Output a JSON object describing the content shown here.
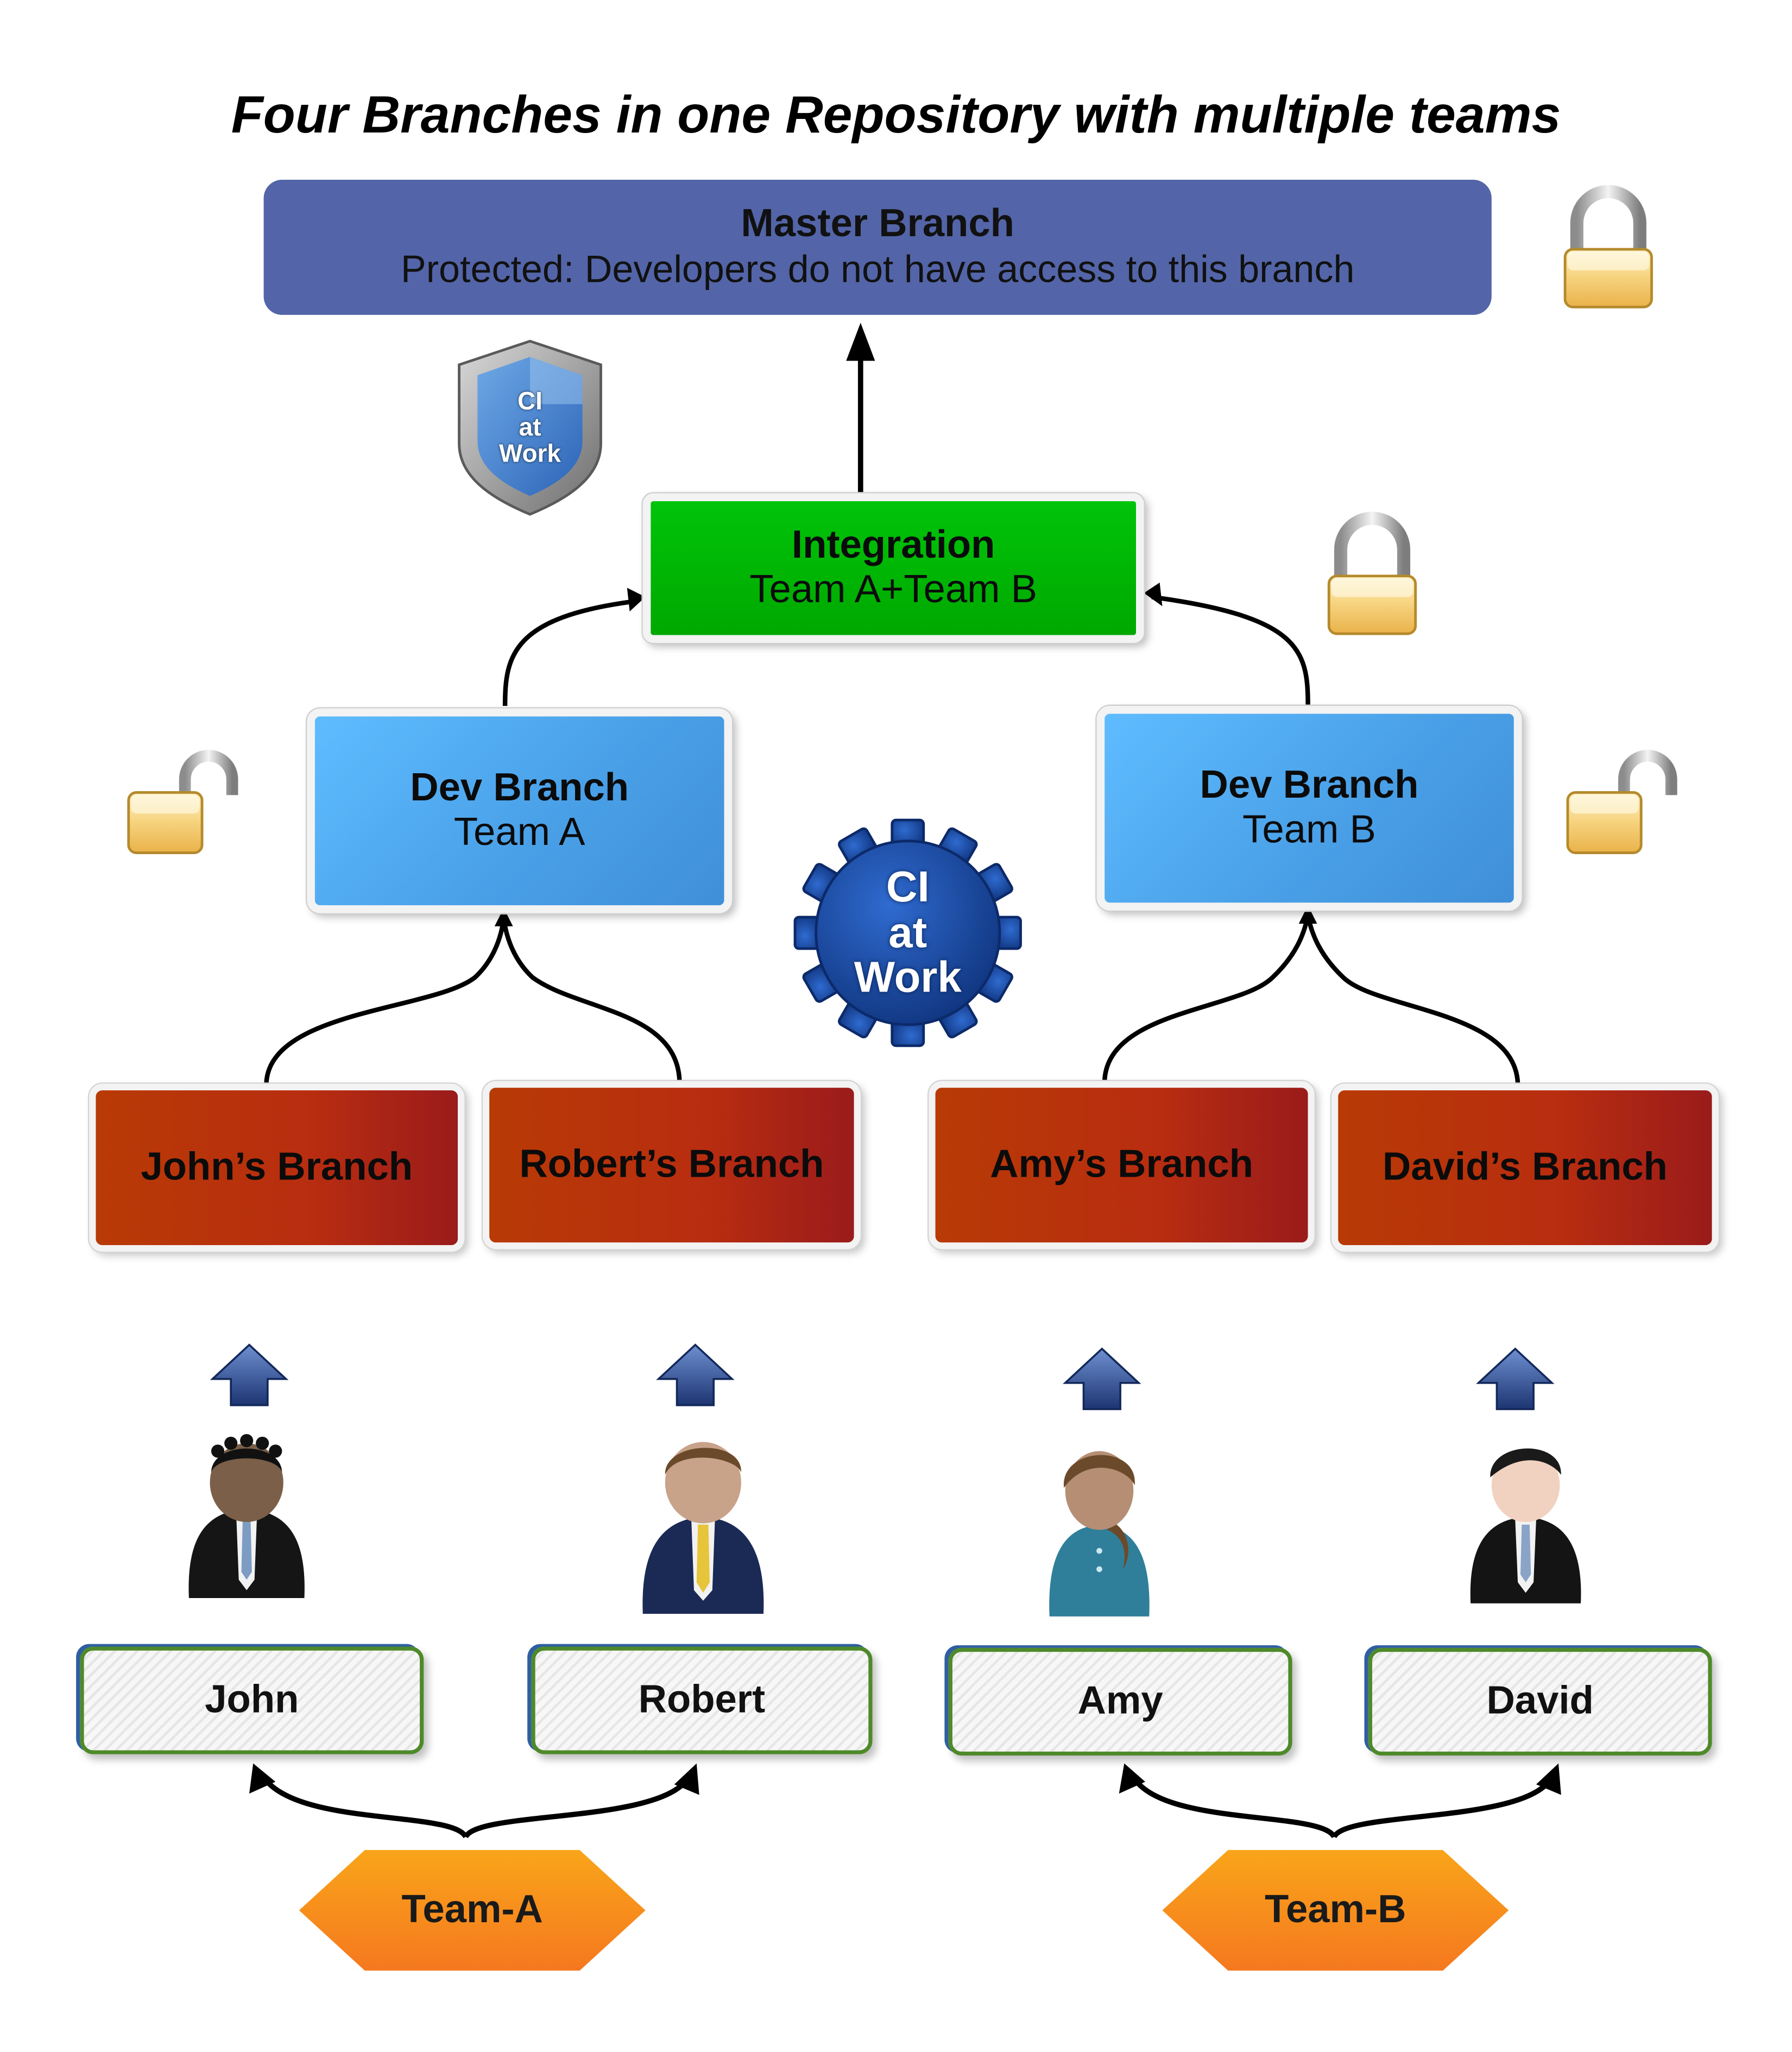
{
  "title": "Four Branches in one Repository with multiple teams",
  "master": {
    "name": "Master Branch",
    "subtitle": "Protected: Developers do not have access to this branch",
    "color": "#5365a8"
  },
  "integration": {
    "name": "Integration",
    "subtitle": "Team A+Team B",
    "color": "#00b806"
  },
  "dev_branches": [
    {
      "name": "Dev Branch",
      "team": "Team A"
    },
    {
      "name": "Dev Branch",
      "team": "Team B"
    }
  ],
  "personal_branches": [
    {
      "label": "John’s Branch"
    },
    {
      "label": "Robert’s Branch"
    },
    {
      "label": "Amy’s Branch"
    },
    {
      "label": "David’s Branch"
    }
  ],
  "developers": [
    {
      "name": "John",
      "icon": "person-icon"
    },
    {
      "name": "Robert",
      "icon": "person-icon"
    },
    {
      "name": "Amy",
      "icon": "person-icon"
    },
    {
      "name": "David",
      "icon": "person-icon"
    }
  ],
  "teams": [
    {
      "name": "Team-A"
    },
    {
      "name": "Team-B"
    }
  ],
  "ci_badges": {
    "shield": {
      "line1": "CI",
      "line2": "at",
      "line3": "Work",
      "icon": "shield-icon"
    },
    "gear": {
      "line1": "CI",
      "line2": "at",
      "line3": "Work",
      "icon": "gear-icon"
    }
  },
  "locks": [
    {
      "target": "master",
      "state": "locked",
      "icon": "padlock-closed-icon"
    },
    {
      "target": "integration",
      "state": "locked",
      "icon": "padlock-closed-icon"
    },
    {
      "target": "dev-team-a",
      "state": "unlocked",
      "icon": "padlock-open-icon"
    },
    {
      "target": "dev-team-b",
      "state": "unlocked",
      "icon": "padlock-open-icon"
    }
  ]
}
